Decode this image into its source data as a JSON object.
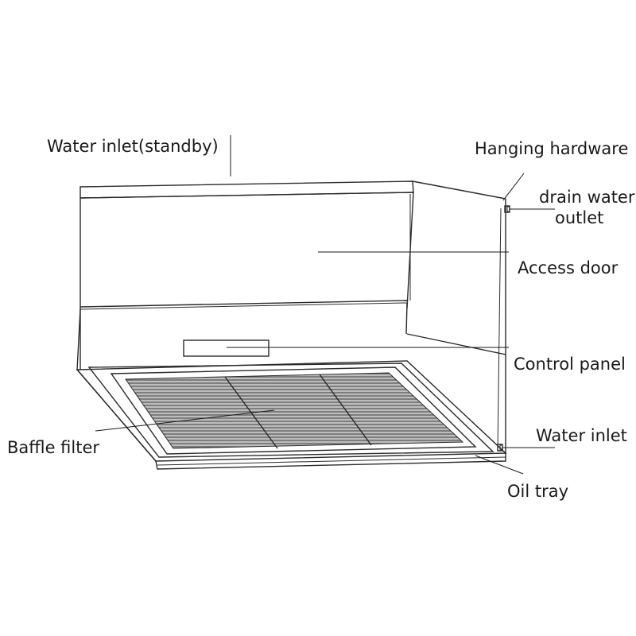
{
  "labels": {
    "water_inlet_standby": "Water inlet(standby)",
    "hanging_hardware": "Hanging hardware",
    "drain_water_outlet_line1": "drain water",
    "drain_water_outlet_line2": "outlet",
    "access_door": "Access door",
    "control_panel": "Control panel",
    "water_inlet": "Water inlet",
    "baffle_filter": "Baffle filter",
    "oil_tray": "Oil tray"
  },
  "colors": {
    "line": "#2a2a2a",
    "filter_mesh": "#6a6a6a",
    "background": "#ffffff"
  }
}
